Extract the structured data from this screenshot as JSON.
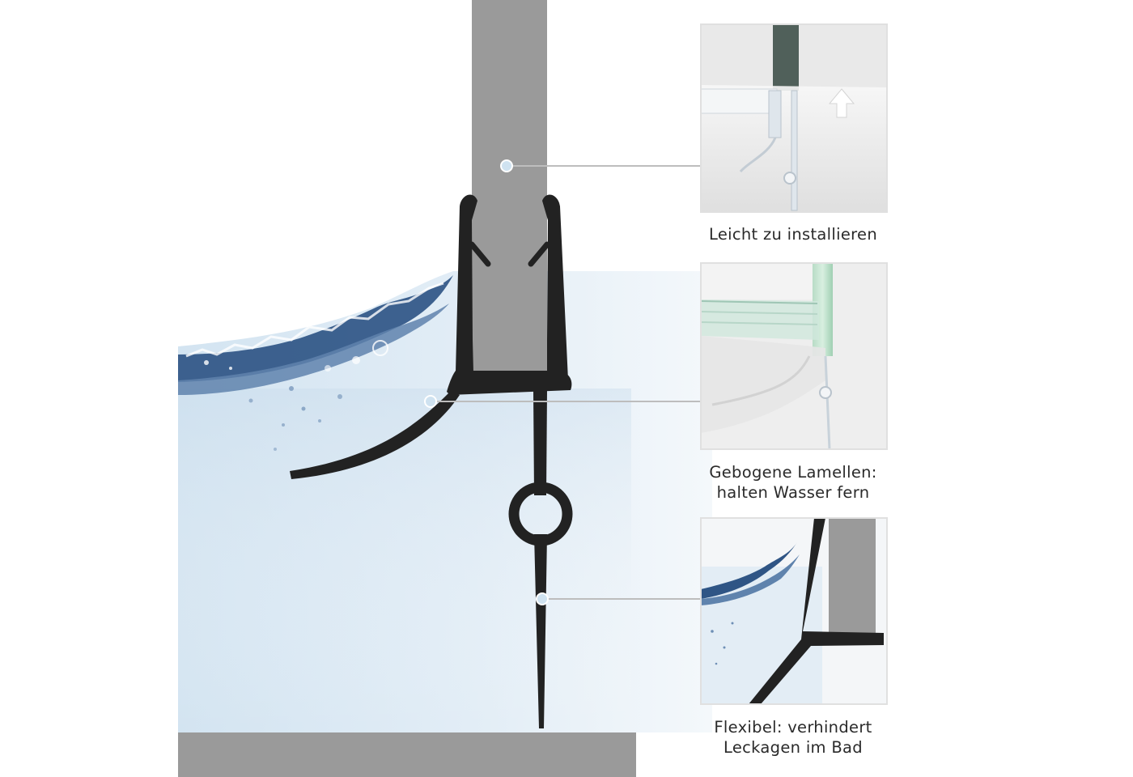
{
  "panels": [
    {
      "id": "install",
      "caption_lines": [
        "Leicht zu installieren"
      ],
      "icon": "up-arrow-icon"
    },
    {
      "id": "lamellae",
      "caption_lines": [
        "Gebogene Lamellen:",
        "halten Wasser fern"
      ]
    },
    {
      "id": "flexible",
      "caption_lines": [
        "Flexibel: verhindert",
        "Leckagen im Bad"
      ]
    }
  ],
  "colors": {
    "seal": "#222222",
    "glass_panel": "#999999",
    "floor": "#999999",
    "leader_line": "#bdbdbd",
    "callout_dot": "#cfe2f0",
    "water_light": "#d6e6f2",
    "water_dark": "#1f3f6b",
    "panel_background": "#e6e6e6",
    "panel_border": "#e0e0e0"
  }
}
